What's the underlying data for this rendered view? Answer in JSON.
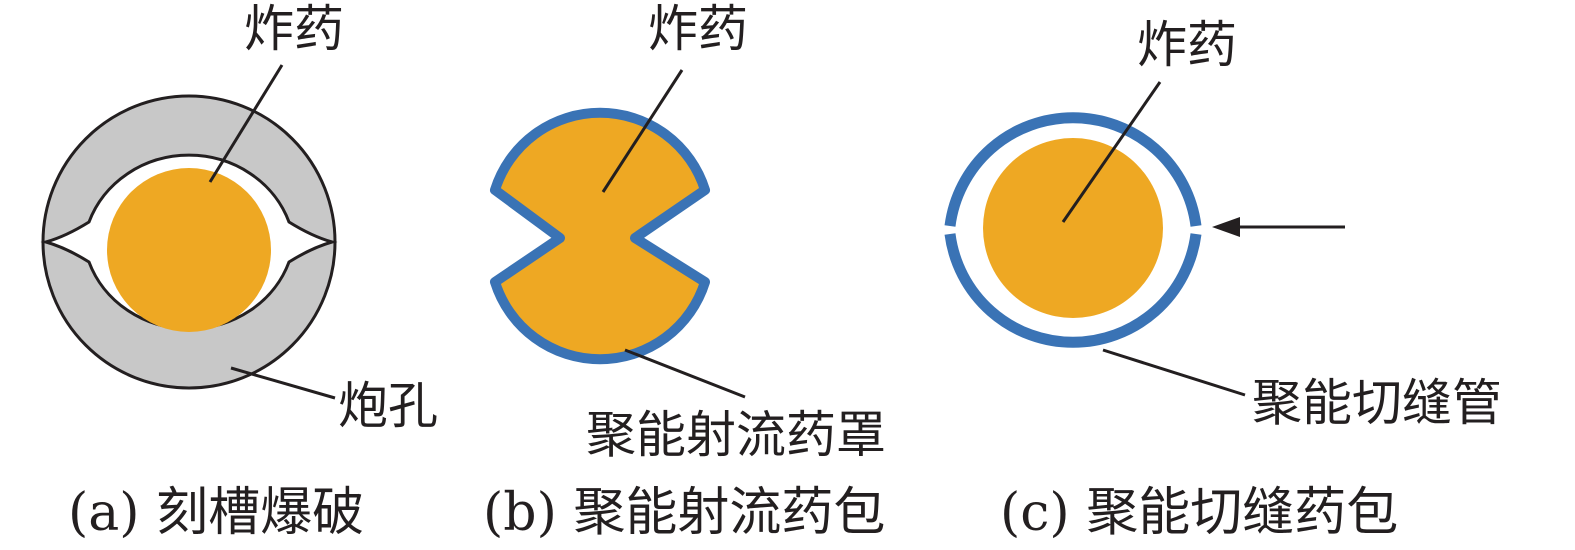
{
  "colors": {
    "explosive": "#eea823",
    "liner": "#3a73b5",
    "borehole": "#c8c8c8",
    "outline": "#231f20",
    "text": "#231f20"
  },
  "panel_a": {
    "explosive_label": "炸药",
    "borehole_label": "炮孔",
    "caption": "(a) 刻槽爆破"
  },
  "panel_b": {
    "explosive_label": "炸药",
    "liner_label": "聚能射流药罩",
    "caption": "(b) 聚能射流药包"
  },
  "panel_c": {
    "explosive_label": "炸药",
    "tube_label": "聚能切缝管",
    "caption": "(c) 聚能切缝药包"
  }
}
